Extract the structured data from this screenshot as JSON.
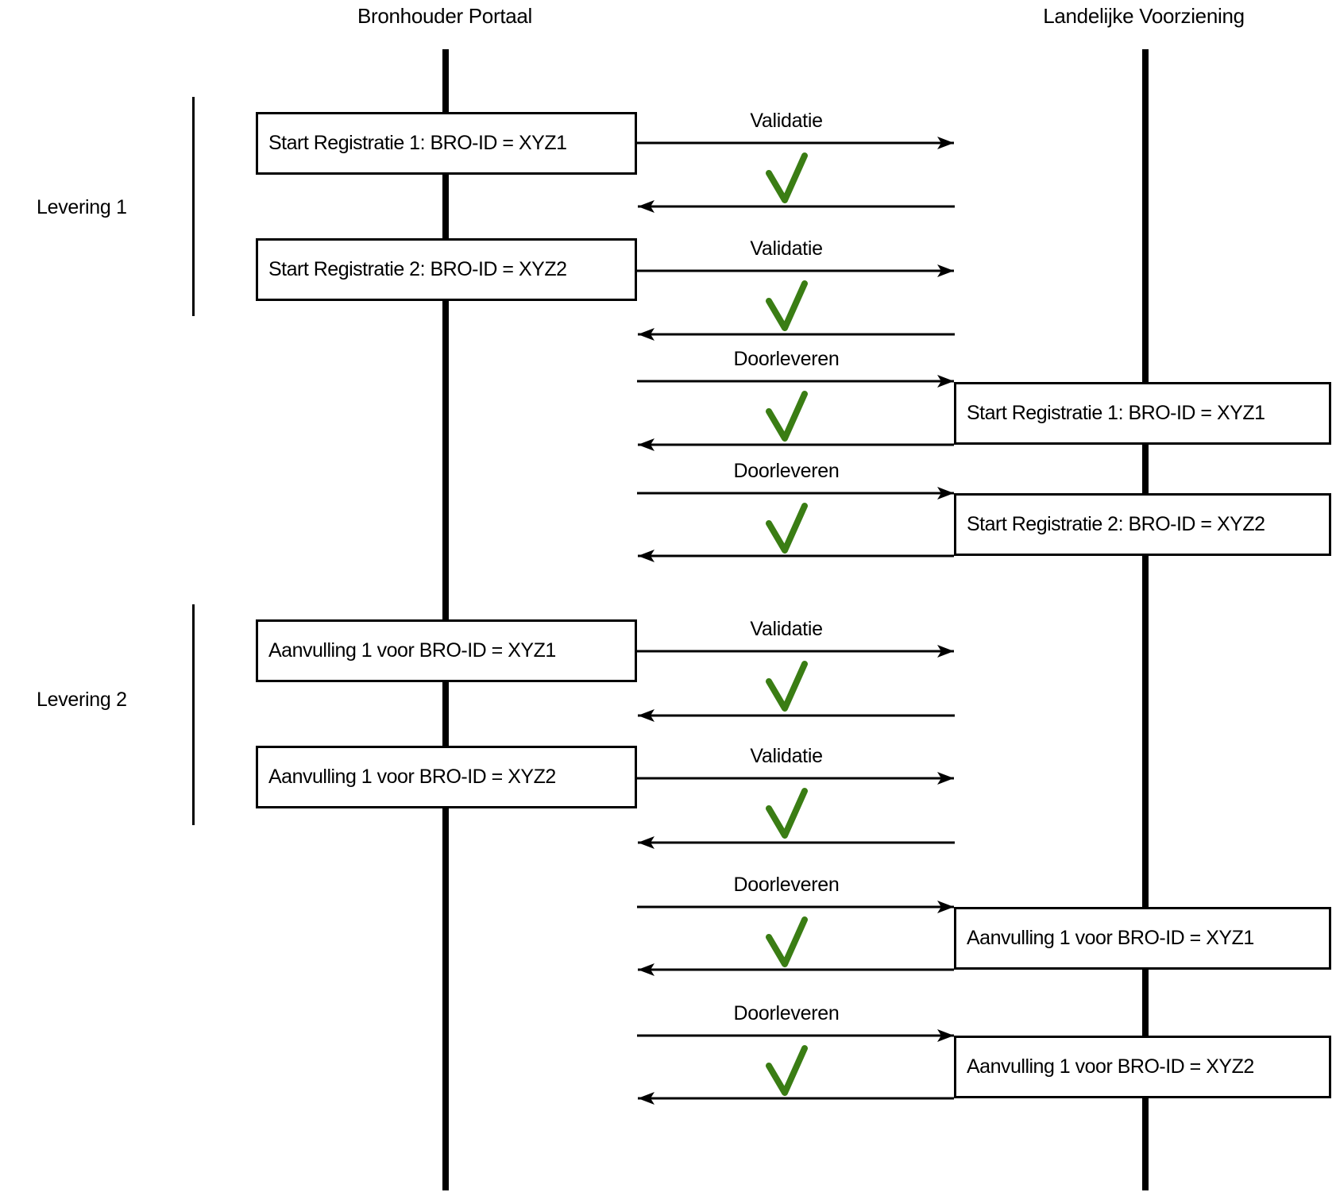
{
  "diagram": {
    "actors": {
      "left": {
        "title": "Bronhouder Portaal"
      },
      "right": {
        "title": "Landelijke Voorziening"
      }
    },
    "groups": {
      "levering1": {
        "label": "Levering 1"
      },
      "levering2": {
        "label": "Levering 2"
      }
    },
    "bronhouder_portaal": {
      "boxes": [
        "Start Registratie 1: BRO-ID = XYZ1",
        "Start Registratie 2: BRO-ID = XYZ2",
        "Aanvulling 1 voor BRO-ID = XYZ1",
        "Aanvulling 1 voor BRO-ID = XYZ2"
      ]
    },
    "landelijke_voorziening": {
      "boxes": [
        "Start Registratie 1: BRO-ID = XYZ1",
        "Start Registratie 2: BRO-ID = XYZ2",
        "Aanvulling 1 voor BRO-ID = XYZ1",
        "Aanvulling 1 voor BRO-ID = XYZ2"
      ]
    },
    "messages": [
      {
        "label": "Validatie",
        "result_icon": "green-checkmark"
      },
      {
        "label": "Validatie",
        "result_icon": "green-checkmark"
      },
      {
        "label": "Doorleveren",
        "result_icon": "green-checkmark"
      },
      {
        "label": "Doorleveren",
        "result_icon": "green-checkmark"
      },
      {
        "label": "Validatie",
        "result_icon": "green-checkmark"
      },
      {
        "label": "Validatie",
        "result_icon": "green-checkmark"
      },
      {
        "label": "Doorleveren",
        "result_icon": "green-checkmark"
      },
      {
        "label": "Doorleveren",
        "result_icon": "green-checkmark"
      }
    ],
    "colors": {
      "checkmark": "#3a7d14",
      "line": "#000000",
      "background": "#ffffff"
    }
  }
}
